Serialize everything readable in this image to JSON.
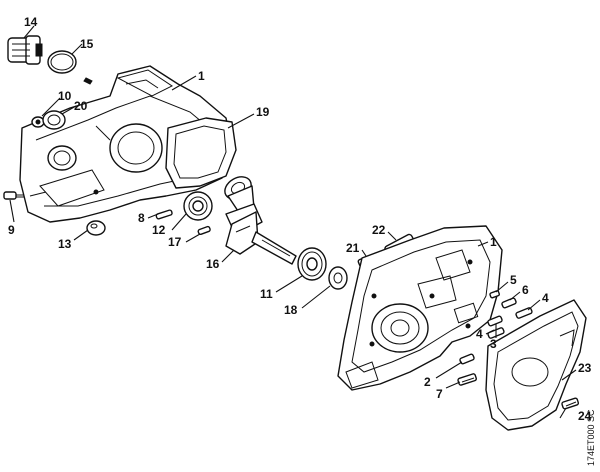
{
  "diagram": {
    "callouts": {
      "c14": "14",
      "c15": "15",
      "c1a": "1",
      "c10": "10",
      "c20": "20",
      "c19": "19",
      "c9": "9",
      "c13": "13",
      "c8": "8",
      "c12": "12",
      "c17": "17",
      "c16": "16",
      "c22": "22",
      "c21": "21",
      "c1b": "1",
      "c11": "11",
      "c18": "18",
      "c5": "5",
      "c6": "6",
      "c4a": "4",
      "c4b": "4",
      "c3": "3",
      "c2": "2",
      "c7": "7",
      "c23": "23",
      "c24": "24"
    },
    "drawing_code": "174ET000 SC"
  }
}
